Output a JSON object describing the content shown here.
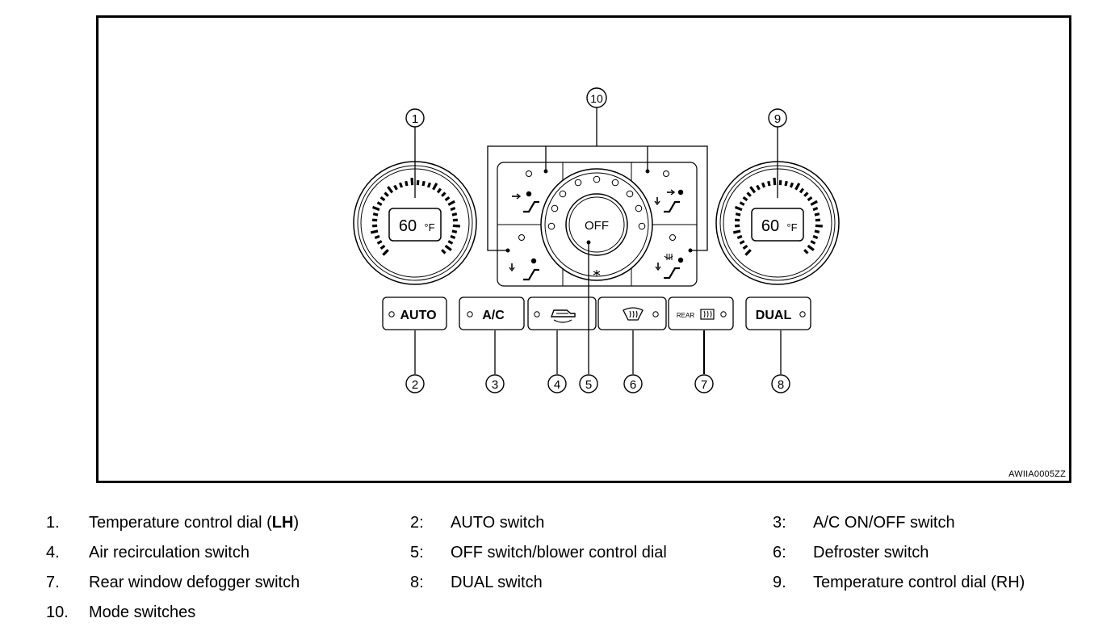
{
  "diagram": {
    "reference_code": "AWIIA0005ZZ",
    "callouts": [
      "1",
      "2",
      "3",
      "4",
      "5",
      "6",
      "7",
      "8",
      "9",
      "10"
    ],
    "left_dial": {
      "temp": "60",
      "unit": "°F"
    },
    "right_dial": {
      "temp": "60",
      "unit": "°F"
    },
    "center_dial": {
      "label": "OFF"
    },
    "buttons": {
      "auto": "AUTO",
      "ac": "A/C",
      "rear": "REAR",
      "dual": "DUAL"
    }
  },
  "legend": [
    {
      "num": "1.",
      "pre": "Temperature control dial (",
      "bold": "LH",
      "post": ")"
    },
    {
      "num": "2:",
      "pre": "AUTO switch",
      "bold": "",
      "post": ""
    },
    {
      "num": "3:",
      "pre": "A/C ON/OFF switch",
      "bold": "",
      "post": ""
    },
    {
      "num": "4.",
      "pre": "Air recirculation switch",
      "bold": "",
      "post": ""
    },
    {
      "num": "5:",
      "pre": "OFF switch/blower control dial",
      "bold": "",
      "post": ""
    },
    {
      "num": "6:",
      "pre": "Defroster switch",
      "bold": "",
      "post": ""
    },
    {
      "num": "7.",
      "pre": "Rear window defogger switch",
      "bold": "",
      "post": ""
    },
    {
      "num": "8:",
      "pre": "DUAL switch",
      "bold": "",
      "post": ""
    },
    {
      "num": "9.",
      "pre": "Temperature control dial (RH)",
      "bold": "",
      "post": ""
    },
    {
      "num": "10.",
      "pre": "Mode switches",
      "bold": "",
      "post": ""
    }
  ]
}
